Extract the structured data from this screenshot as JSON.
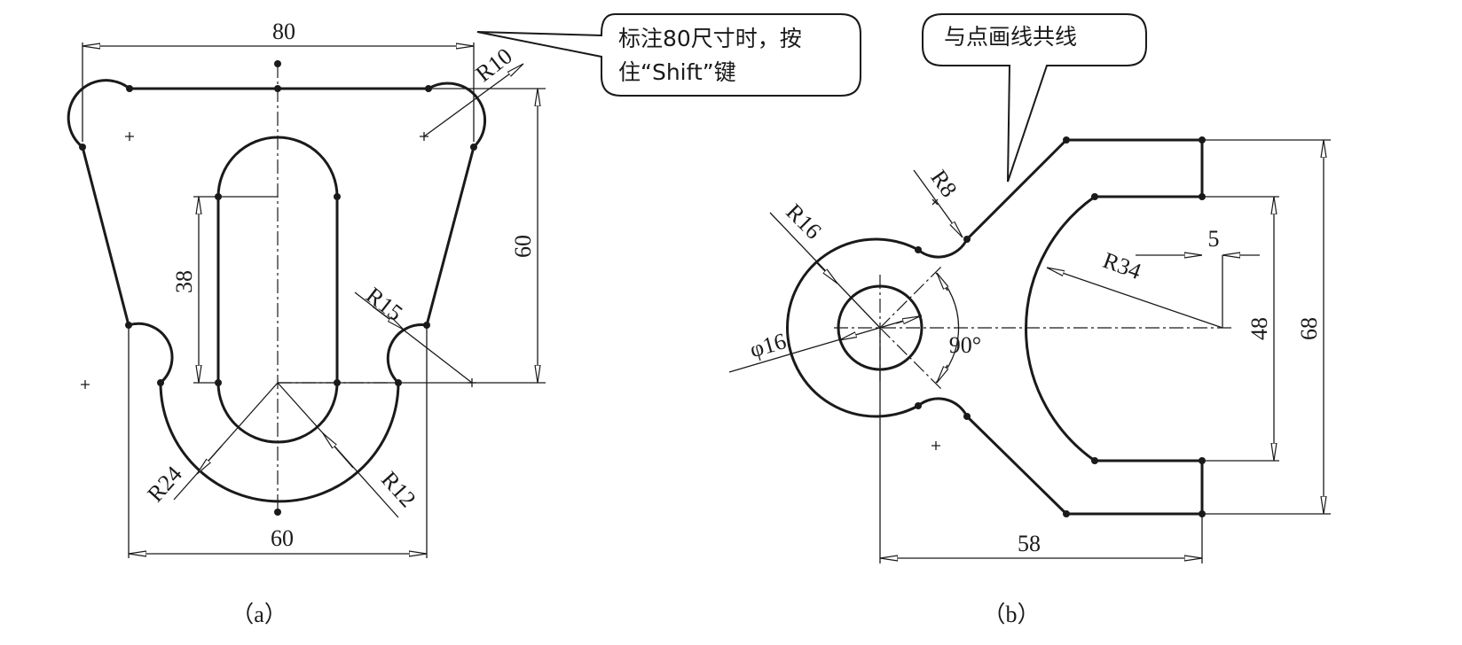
{
  "figure_a": {
    "caption": "（a）",
    "dims": {
      "width_top": "80",
      "radius_top": "R10",
      "height": "60",
      "slot_length": "38",
      "radius_side": "R15",
      "radius_outer": "R24",
      "radius_slot": "R12",
      "width_bottom": "60"
    },
    "callout": {
      "line1": "标注80尺寸时，按",
      "line2": "住“Shift”键"
    }
  },
  "figure_b": {
    "caption": "（b）",
    "dims": {
      "radius_small": "R8",
      "radius_boss": "R16",
      "diameter_hole": "φ16",
      "angle": "90°",
      "radius_arc": "R34",
      "offset": "5",
      "inner_height": "48",
      "outer_height": "68",
      "length": "58"
    },
    "callout": {
      "text": "与点画线共线"
    }
  }
}
